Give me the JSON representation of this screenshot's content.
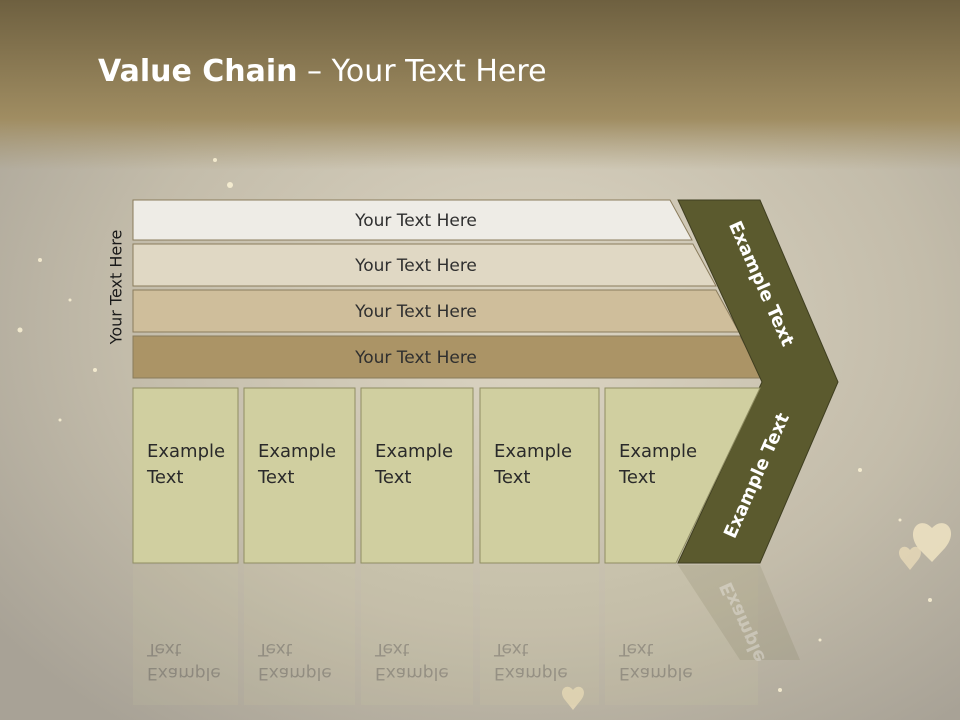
{
  "title": {
    "bold": "Value Chain",
    "rest": " – Your Text Here"
  },
  "side_label": "Your Text Here",
  "rows": [
    {
      "label": "Your Text Here",
      "fill": "#eeece6"
    },
    {
      "label": "Your Text Here",
      "fill": "#e0d8c4"
    },
    {
      "label": "Your Text Here",
      "fill": "#cfbe9b"
    },
    {
      "label": "Your Text Here",
      "fill": "#ab9466"
    }
  ],
  "boxes": [
    {
      "line1": "Example",
      "line2": "Text"
    },
    {
      "line1": "Example",
      "line2": "Text"
    },
    {
      "line1": "Example",
      "line2": "Text"
    },
    {
      "line1": "Example",
      "line2": "Text"
    },
    {
      "line1": "Example",
      "line2": "Text"
    }
  ],
  "chevron": {
    "top_label": "Example Text",
    "bottom_label": "Example Text",
    "color": "#5b5a2e"
  },
  "colors": {
    "box_fill": "#d0cfa0",
    "header_band": "#8d7a4e"
  }
}
